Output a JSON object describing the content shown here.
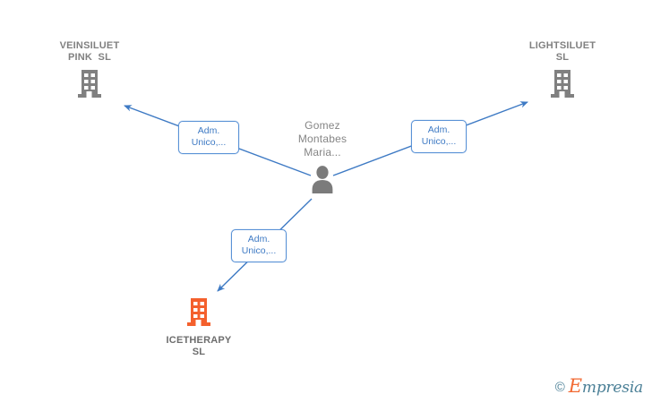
{
  "diagram": {
    "title": "Empresia relationship graph",
    "colors": {
      "company_gray": "#808080",
      "company_focus_orange": "#f4602d",
      "person_gray": "#7b7b7b",
      "edge_blue": "#3e7ac4",
      "edge_label_border": "#5a92d6",
      "background": "#ffffff"
    },
    "nodes": [
      {
        "id": "veinsiluet-pink-sl",
        "type": "company",
        "icon": "building-icon",
        "icon_color": "#808080",
        "label": "VEINSILUET\nPINK  SL",
        "label_position": "above"
      },
      {
        "id": "lightsiluet-sl",
        "type": "company",
        "icon": "building-icon",
        "icon_color": "#808080",
        "label": "LIGHTSILUET\nSL",
        "label_position": "above"
      },
      {
        "id": "gomez-montabes-maria",
        "type": "person",
        "icon": "person-icon",
        "icon_color": "#7b7b7b",
        "label": "Gomez\nMontabes\nMaria...",
        "label_position": "above"
      },
      {
        "id": "icetherapy-sl",
        "type": "company",
        "icon": "building-icon",
        "icon_color": "#f4602d",
        "label": "ICETHERAPY\nSL",
        "label_position": "below"
      }
    ],
    "edges": [
      {
        "id": "edge-person-to-veinsiluet",
        "from": "gomez-montabes-maria",
        "to": "veinsiluet-pink-sl",
        "label": "Adm.\nUnico,...",
        "arrow": "to"
      },
      {
        "id": "edge-person-to-lightsiluet",
        "from": "gomez-montabes-maria",
        "to": "lightsiluet-sl",
        "label": "Adm.\nUnico,...",
        "arrow": "to"
      },
      {
        "id": "edge-person-to-icetherapy",
        "from": "gomez-montabes-maria",
        "to": "icetherapy-sl",
        "label": "Adm.\nUnico,...",
        "arrow": "to"
      }
    ]
  },
  "watermark": {
    "copyright": "©",
    "brand_cap": "E",
    "brand_rest": "mpresia"
  }
}
